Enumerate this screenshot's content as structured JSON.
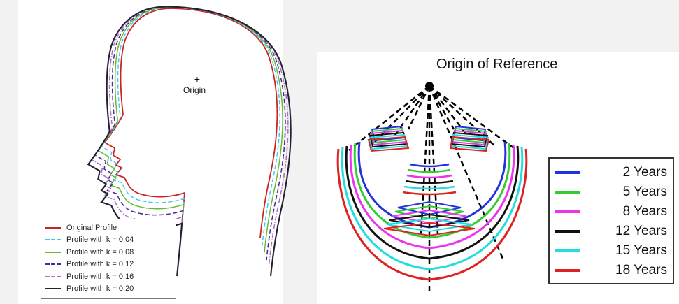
{
  "left_figure": {
    "origin_label": "Origin",
    "legend": [
      {
        "label": "Original Profile",
        "color": "#cc2222",
        "style": "solid"
      },
      {
        "label": "Profile with k = 0.04",
        "color": "#44c8e8",
        "style": "dashed"
      },
      {
        "label": "Profile with k = 0.08",
        "color": "#66bb33",
        "style": "solid"
      },
      {
        "label": "Profile with k = 0.12",
        "color": "#4a2a9a",
        "style": "dashed"
      },
      {
        "label": "Profile with k = 0.16",
        "color": "#b070c8",
        "style": "dashdot"
      },
      {
        "label": "Profile with k = 0.20",
        "color": "#222233",
        "style": "solid"
      }
    ]
  },
  "right_figure": {
    "title": "Origin of Reference",
    "legend": [
      {
        "label": "2 Years",
        "color": "#2233dd"
      },
      {
        "label": "5 Years",
        "color": "#33cc33"
      },
      {
        "label": "8 Years",
        "color": "#ee33ee"
      },
      {
        "label": "12 Years",
        "color": "#111111"
      },
      {
        "label": "15 Years",
        "color": "#22dddd"
      },
      {
        "label": "18 Years",
        "color": "#dd2222"
      }
    ]
  }
}
